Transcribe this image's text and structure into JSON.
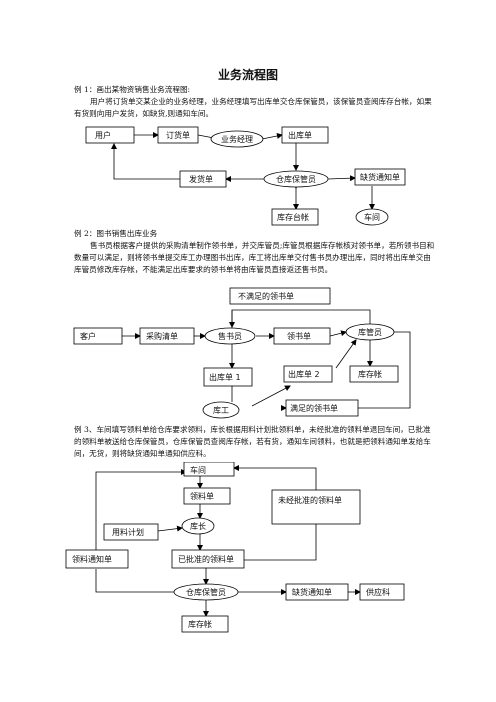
{
  "page": {
    "title": "业务流程图"
  },
  "example1": {
    "heading": "例 1：画出某物资销售业务流程图:",
    "text": "用户将订货单交某企业的业务经理，业务经理填写出库单交仓库保管员，该保管员查阅库存台帐，如果有货则向用户发货，如缺货,则通知车间。",
    "nodes": {
      "user": "用户",
      "order": "订货单",
      "manager": "业务经理",
      "outbound": "出库单",
      "shipping": "发货单",
      "keeper": "仓库保管员",
      "shortage": "缺货通知单",
      "ledger": "库存台帐",
      "workshop": "车间"
    }
  },
  "example2": {
    "heading": "例 2：图书销售出库业务",
    "text": "售书员根据客户提供的采购清单制作领书单，并交库管员;库管员根据库存帐核对领书单，若所领书目和数量可以满足，则将领书单提交库工办理图书出库，库工将出库单交付售书员办理出库，同时将出库单交由库管员修改库存帐，不能满足出库要求的领书单将由库管员直接返还售书员。",
    "nodes": {
      "unmet": "不满足的领书单",
      "customer": "客户",
      "purchase": "采购清单",
      "seller": "售书员",
      "request": "领书单",
      "keeper": "库管员",
      "out1": "出库单 1",
      "out2": "出库单 2",
      "ledger": "库存帐",
      "worker": "库工",
      "met": "满足的领书单"
    }
  },
  "example3": {
    "heading": "例 3、车间填写领料单给仓库要求领料，库长根据用料计划批领料单，未经批准的领料单退回车间，已批准的领料单被送给仓库保管员，仓库保管员查阅库存帐，若有货，通知车间领料，也就是把领料通知单发给车间，无货，则将缺货通知单通知供应科。",
    "nodes": {
      "workshop": "车间",
      "requisition": "领料单",
      "unapproved": "未经批准的领料单",
      "plan": "用料计划",
      "director": "库长",
      "notice": "领料通知单",
      "approved": "已批准的领料单",
      "keeper": "仓库保管员",
      "shortage": "缺货通知单",
      "supply": "供应科",
      "ledger": "库存帐"
    }
  }
}
